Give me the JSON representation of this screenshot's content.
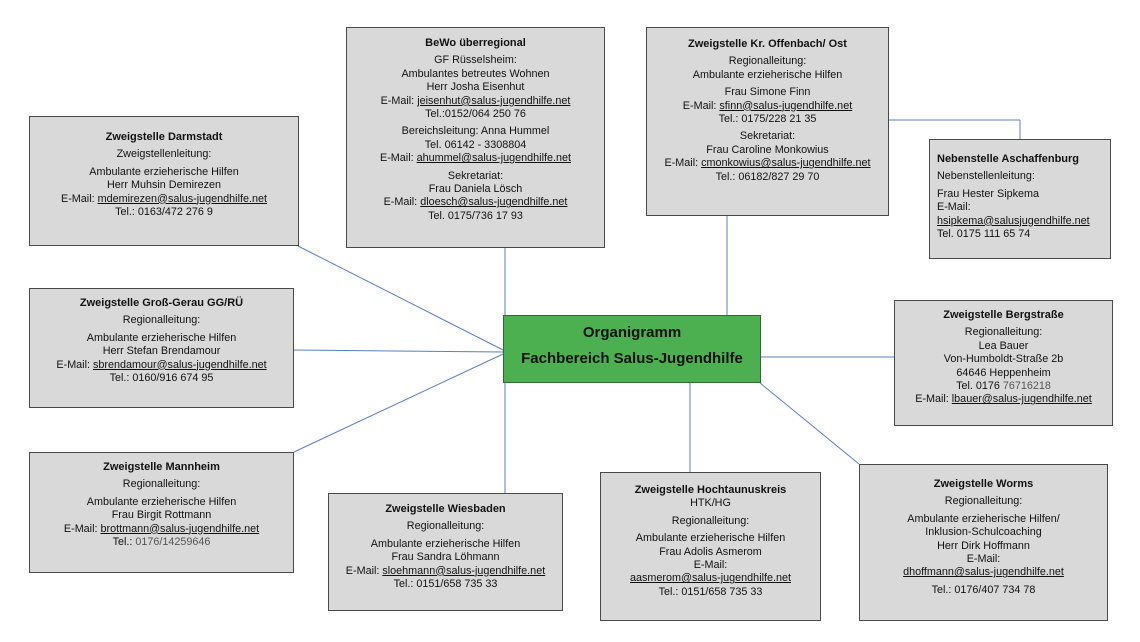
{
  "center": {
    "line1": "Organigramm",
    "line2": "Fachbereich Salus-Jugendhilfe"
  },
  "darmstadt": {
    "title": "Zweigstelle Darmstadt",
    "role": "Zweigstellenleitung:",
    "dept": "Ambulante erzieherische Hilfen",
    "person": "Herr Muhsin Demirezen",
    "email_label": "E-Mail:",
    "email": "mdemirezen@salus-jugendhilfe.net",
    "tel": "Tel.: 0163/472 276 9"
  },
  "bewo": {
    "title": "BeWo überregional",
    "gf": "GF Rüsselsheim:",
    "dept": "Ambulantes  betreutes Wohnen",
    "person": "Herr Josha Eisenhut",
    "email_label": "E-Mail:",
    "email": "jeisenhut@salus-jugendhilfe.net",
    "tel": "Tel.:0152/064 250 76",
    "bl": "Bereichsleitung: Anna Hummel",
    "bl_tel": "Tel. 06142 - 3308804",
    "bl_email_label": "E-Mail:",
    "bl_email": "ahummel@salus-jugendhilfe.net",
    "sek": "Sekretariat:",
    "sek_person": "Frau Daniela Lösch",
    "sek_email_label": "E-Mail:",
    "sek_email": "dloesch@salus-jugendhilfe.net",
    "sek_tel": "Tel. 0175/736 17 93"
  },
  "offenbach": {
    "title": "Zweigstelle Kr. Offenbach/ Ost",
    "role": "Regionalleitung:",
    "dept": "Ambulante erzieherische Hilfen",
    "person": "Frau Simone Finn",
    "email_label": "E-Mail:",
    "email": "sfinn@salus-jugendhilfe.net",
    "tel": "Tel.: 0175/228 21 35",
    "sek": "Sekretariat:",
    "sek_person": "Frau Caroline Monkowius",
    "sek_email_label": "E-Mail:",
    "sek_email": "cmonkowius@salus-jugendhilfe.net",
    "sek_tel": "Tel.: 06182/827 29 70"
  },
  "aschaffenburg": {
    "title": "Nebenstelle Aschaffenburg",
    "role": "Nebenstellenleitung:",
    "person": "Frau Hester Sipkema",
    "email_label": "E-Mail:",
    "email": "hsipkema@salusjugendhilfe.net",
    "tel": "Tel. 0175 111 65 74"
  },
  "grossgerau": {
    "title": "Zweigstelle Groß-Gerau GG/RÜ",
    "role": "Regionalleitung:",
    "dept": "Ambulante erzieherische Hilfen",
    "person": "Herr Stefan Brendamour",
    "email_label": "E-Mail:",
    "email": "sbrendamour@salus-jugendhilfe.net",
    "tel": "Tel.: 0160/916 674 95"
  },
  "bergstrasse": {
    "title": "Zweigstelle Bergstraße",
    "role": "Regionalleitung:",
    "person": "Lea Bauer",
    "street": "Von-Humboldt-Straße 2b",
    "city": "64646 Heppenheim",
    "tel_label": "Tel. 0176",
    "tel_rest": " 76716218",
    "email_label": "E-Mail:",
    "email": "lbauer@salus-jugendhilfe.net"
  },
  "mannheim": {
    "title": "Zweigstelle Mannheim",
    "role": "Regionalleitung:",
    "dept": "Ambulante erzieherische Hilfen",
    "person": "Frau Birgit Rottmann",
    "email_label": "E-Mail:",
    "email": "brottmann@salus-jugendhilfe.net",
    "tel_label": "Tel.:",
    "tel_rest": " 0176/14259646"
  },
  "wiesbaden": {
    "title": "Zweigstelle Wiesbaden",
    "role": "Regionalleitung:",
    "dept": "Ambulante erzieherische Hilfen",
    "person": "Frau Sandra Löhmann",
    "email_label": "E-Mail:",
    "email": "sloehmann@salus-jugendhilfe.net",
    "tel": "Tel.: 0151/658 735 33"
  },
  "hochtaunus": {
    "title": "Zweigstelle Hochtaunuskreis",
    "sub": "HTK/HG",
    "role": "Regionalleitung:",
    "dept": "Ambulante erzieherische Hilfen",
    "person": "Frau Adolis Asmerom",
    "email_label": "E-Mail:",
    "email": "aasmerom@salus-jugendhilfe.net",
    "tel": "Tel.: 0151/658 735 33"
  },
  "worms": {
    "title": "Zweigstelle Worms",
    "role": "Regionalleitung:",
    "dept": "Ambulante erzieherische Hilfen/",
    "dept2": "Inklusion-Schulcoaching",
    "person": "Herr Dirk Hoffmann",
    "email_label": "E-Mail:",
    "email": "dhoffmann@salus-jugendhilfe.net",
    "tel": "Tel.: 0176/407 734 78"
  },
  "colors": {
    "box_fill": "#d9d9d9",
    "center_fill": "#4caf50",
    "connector": "#5b7fbf"
  }
}
